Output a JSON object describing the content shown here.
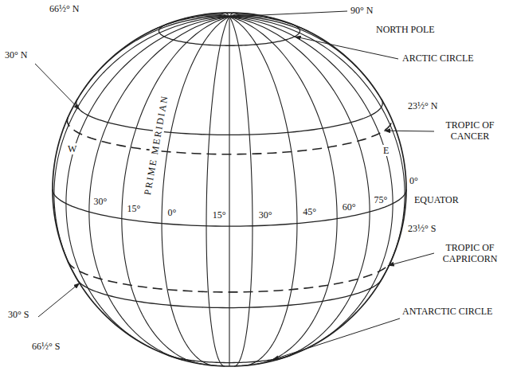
{
  "diagram": {
    "labels": [
      "66½° N",
      "90° N",
      "NORTH POLE",
      "ARCTIC CIRCLE",
      "30° N",
      "W",
      "PRIME MERIDIAN",
      "23½° N",
      "TROPIC OF CANCER",
      "E",
      "30°",
      "15°",
      "0°",
      "15°",
      "30°",
      "45°",
      "60°",
      "75°",
      "0°",
      "EQUATOR",
      "23½° S",
      "TROPIC OF CAPRICORN",
      "30° S",
      "66½° S",
      "ANTARCTIC CIRCLE"
    ]
  }
}
